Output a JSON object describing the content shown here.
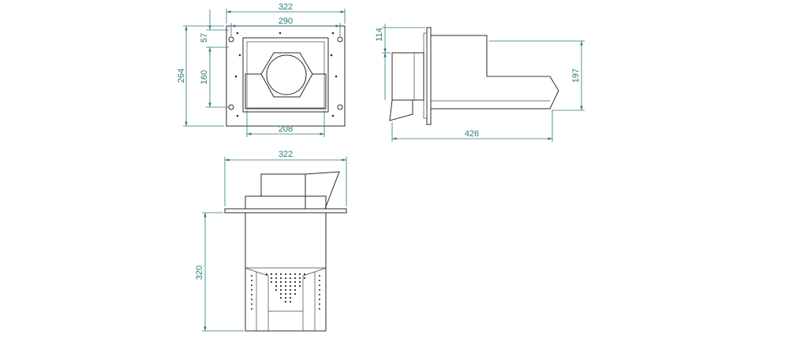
{
  "dimensions": {
    "front_overall_width": "322",
    "front_hole_spacing": "290",
    "front_overall_height": "264",
    "front_top_offset": "57",
    "front_inner_height": "160",
    "front_inner_width": "208",
    "side_top_offset": "114",
    "side_hood_height": "197",
    "side_depth": "426",
    "bottom_width": "322",
    "bottom_length": "320"
  },
  "colors": {
    "lines": "#2b2b2b",
    "dimension": "#2b7a7a",
    "background": "#ffffff"
  }
}
